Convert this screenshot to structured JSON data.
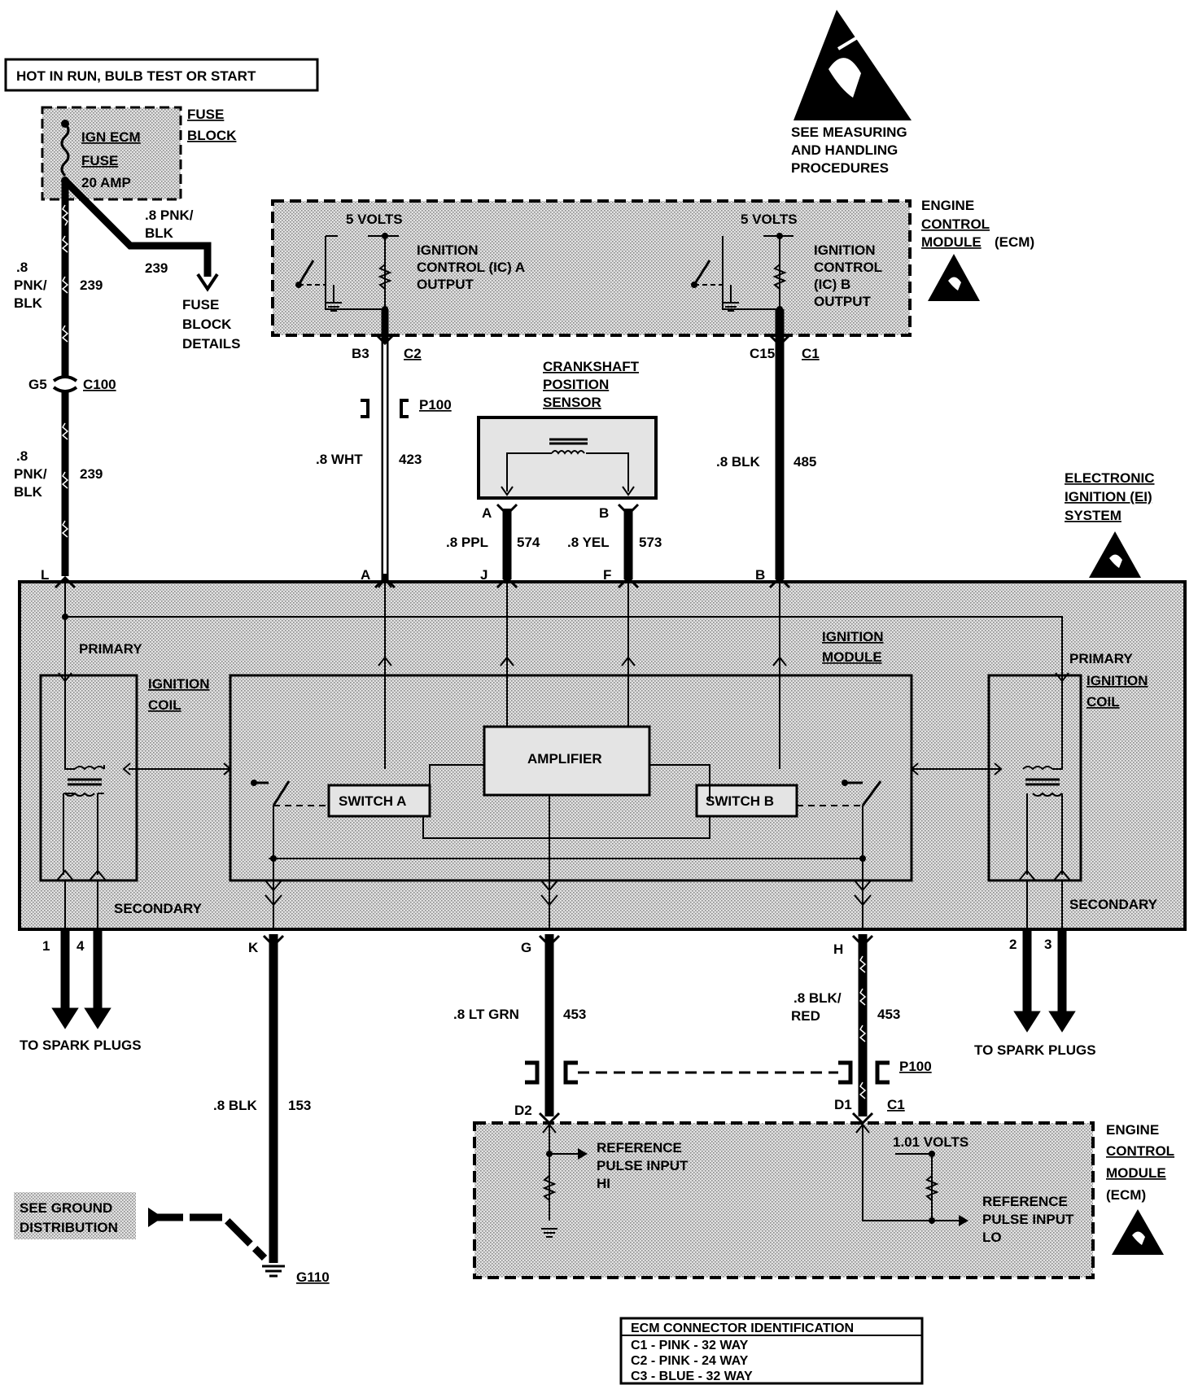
{
  "power": {
    "hot_label": "HOT IN RUN, BULB TEST OR START",
    "fuse_block_line1": "FUSE",
    "fuse_block_line2": "BLOCK",
    "fuse_line1": "IGN ECM",
    "fuse_line2": "FUSE",
    "fuse_rating": "20 AMP",
    "fuse_block_details": [
      "FUSE",
      "BLOCK",
      "DETAILS"
    ],
    "branch_wire_color": [
      ".8 PNK/",
      "BLK"
    ],
    "branch_circuit": "239"
  },
  "esd_notice": [
    "SEE MEASURING",
    "AND HANDLING",
    "PROCEDURES"
  ],
  "ecm_top": {
    "title": [
      "ENGINE",
      "CONTROL",
      "MODULE",
      "(ECM)"
    ],
    "ic_a": {
      "volts": "5 VOLTS",
      "lines": [
        "IGNITION",
        "CONTROL (IC) A",
        "OUTPUT"
      ]
    },
    "ic_b": {
      "volts": "5 VOLTS",
      "lines": [
        "IGNITION",
        "CONTROL",
        "(IC) B",
        "OUTPUT"
      ]
    },
    "pins": {
      "b3": "B3",
      "c2": "C2",
      "c15": "C15",
      "c1": "C1"
    }
  },
  "wires": {
    "pnk_blk_upper": {
      "color": [
        ".8",
        "PNK/",
        "BLK"
      ],
      "circuit": "239"
    },
    "pnk_blk_lower": {
      "color": [
        ".8",
        "PNK/",
        "BLK"
      ],
      "circuit": "239"
    },
    "connector_g5": "G5",
    "connector_c100": "C100",
    "p100_top": "P100",
    "wht": {
      "color": ".8 WHT",
      "circuit": "423"
    },
    "blk485": {
      "color": ".8 BLK",
      "circuit": "485"
    },
    "ppl": {
      "color": ".8 PPL",
      "circuit": "574"
    },
    "yel": {
      "color": ".8 YEL",
      "circuit": "573"
    },
    "blk153": {
      "color": ".8 BLK",
      "circuit": "153"
    },
    "ltgrn": {
      "color": ".8 LT GRN",
      "circuit": "453"
    },
    "blkred": {
      "color": [
        ".8 BLK/",
        "RED"
      ],
      "circuit": "453"
    },
    "p100_bottom": "P100"
  },
  "ckp_sensor": {
    "lines": [
      "CRANKSHAFT",
      "POSITION",
      "SENSOR"
    ],
    "pin_a": "A",
    "pin_b": "B"
  },
  "ei_system": [
    "ELECTRONIC",
    "IGNITION (EI)",
    "SYSTEM"
  ],
  "module": {
    "pins_top": {
      "l": "L",
      "a": "A",
      "j": "J",
      "f": "F",
      "b": "B"
    },
    "pins_bottom": {
      "p1": "1",
      "p4": "4",
      "k": "K",
      "g": "G",
      "h": "H",
      "p2": "2",
      "p3": "3"
    },
    "primary_left": "PRIMARY",
    "primary_right": "PRIMARY",
    "coil_left": [
      "IGNITION",
      "COIL"
    ],
    "coil_right": [
      "IGNITION",
      "COIL"
    ],
    "ignition_module": [
      "IGNITION",
      "MODULE"
    ],
    "amplifier": "AMPLIFIER",
    "switch_a": "SWITCH A",
    "switch_b": "SWITCH B",
    "secondary_left": "SECONDARY",
    "secondary_right": "SECONDARY"
  },
  "spark_left": "TO SPARK PLUGS",
  "spark_right": "TO SPARK PLUGS",
  "ground": {
    "see": [
      "SEE GROUND",
      "DISTRIBUTION"
    ],
    "id": "G110"
  },
  "ecm_bottom": {
    "title": [
      "ENGINE",
      "CONTROL",
      "MODULE",
      "(ECM)"
    ],
    "d2": "D2",
    "d1": "D1",
    "c1": "C1",
    "volts": "1.01 VOLTS",
    "ref_hi": [
      "REFERENCE",
      "PULSE INPUT",
      "HI"
    ],
    "ref_lo": [
      "REFERENCE",
      "PULSE INPUT",
      "LO"
    ]
  },
  "connector_id": {
    "title": "ECM CONNECTOR IDENTIFICATION",
    "rows": [
      "C1 - PINK - 32 WAY",
      "C2 - PINK - 24 WAY",
      "C3 - BLUE - 32 WAY"
    ]
  }
}
